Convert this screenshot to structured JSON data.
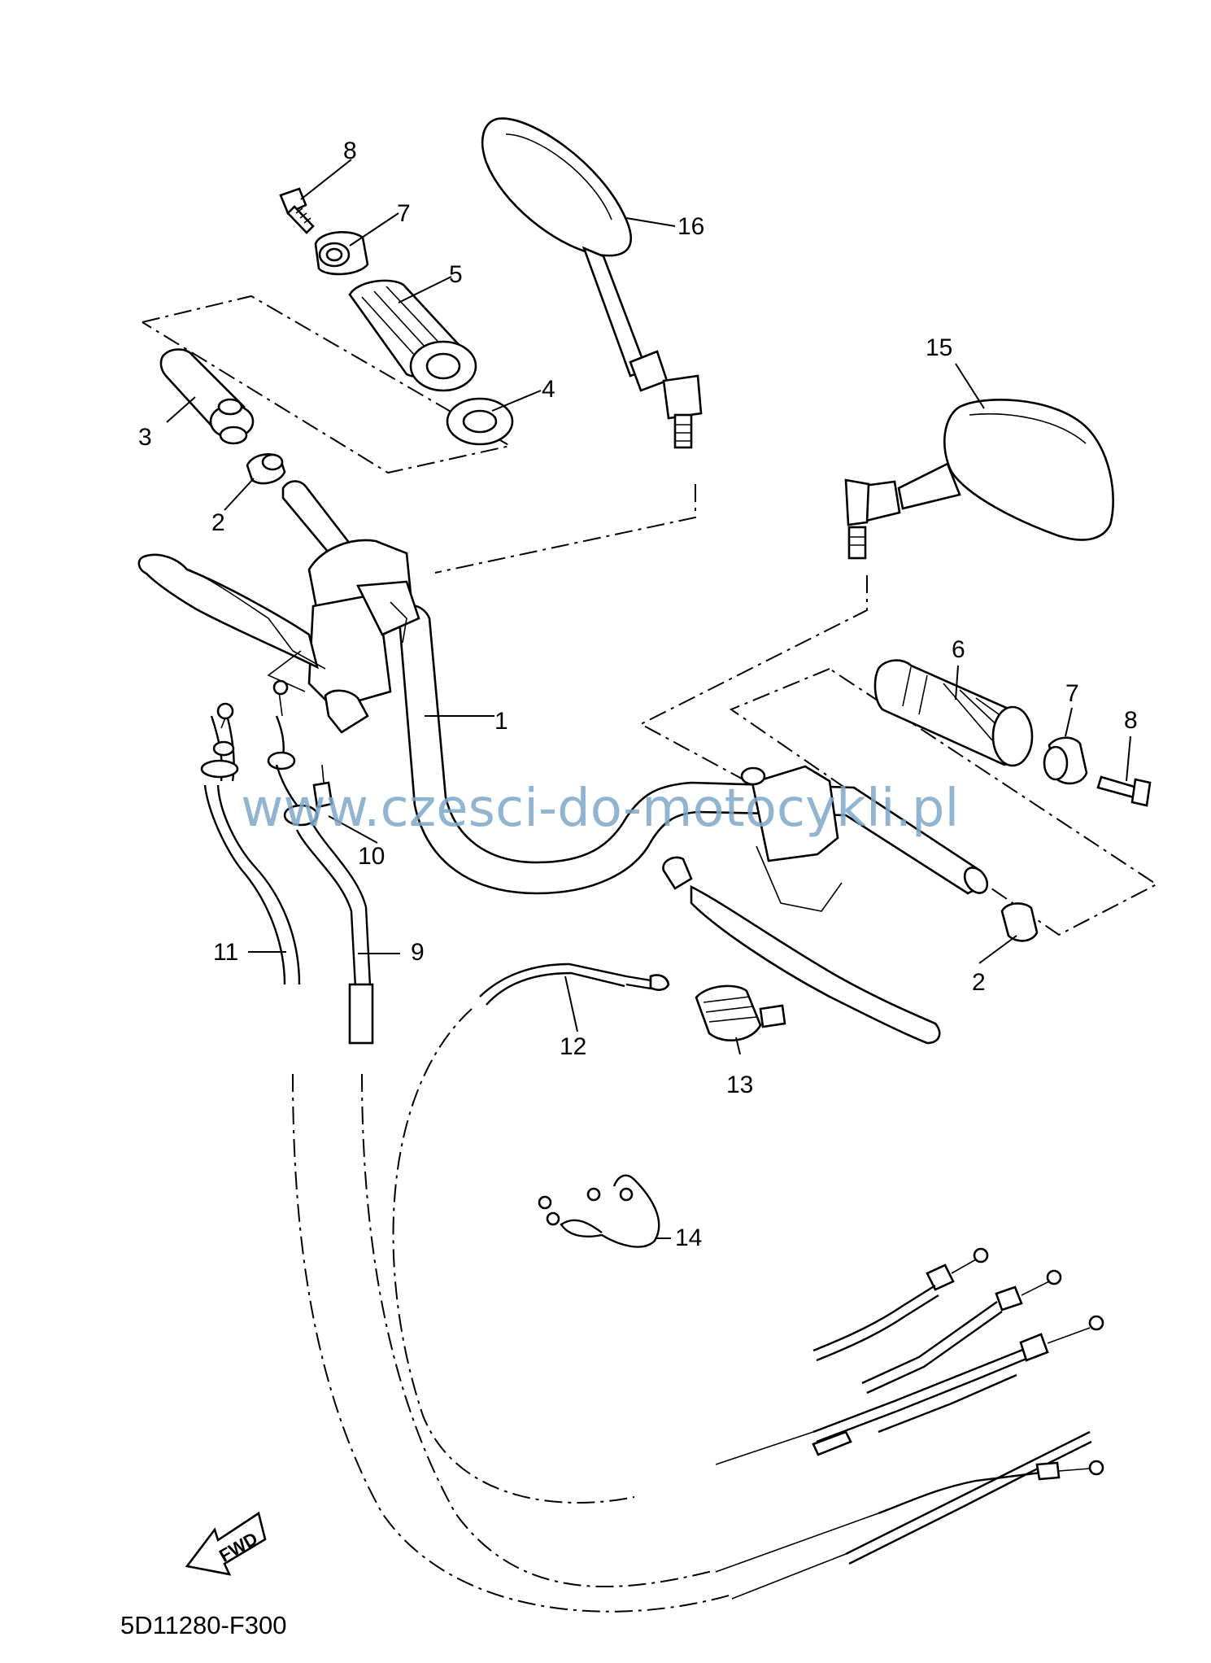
{
  "watermark": "www.czesci-do-motocykli.pl",
  "diagram_code": "5D11280-F300",
  "fwd_label": "FWD",
  "callouts": [
    "8",
    "7",
    "16",
    "5",
    "15",
    "3",
    "4",
    "2",
    "1",
    "6",
    "7",
    "8",
    "10",
    "11",
    "9",
    "2",
    "12",
    "13",
    "14"
  ]
}
